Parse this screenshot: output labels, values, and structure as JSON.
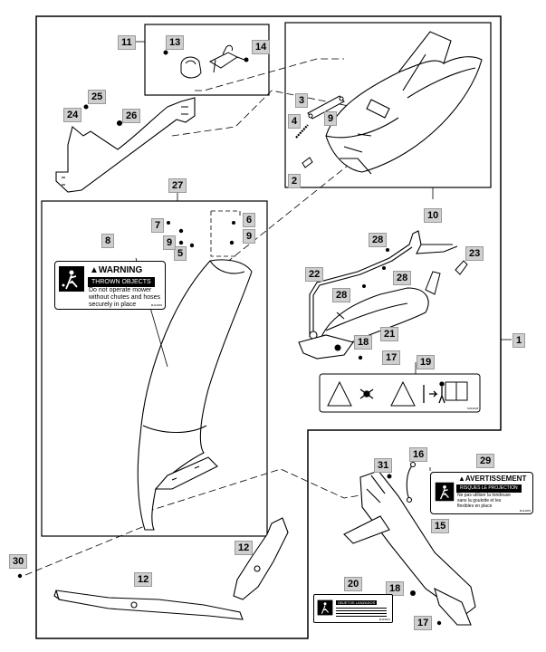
{
  "callouts": {
    "c1": "1",
    "c2": "2",
    "c3": "3",
    "c4": "4",
    "c5": "5",
    "c6": "6",
    "c7": "7",
    "c8": "8",
    "c9a": "9",
    "c9b": "9",
    "c9c": "9",
    "c10": "10",
    "c11": "11",
    "c12a": "12",
    "c12b": "12",
    "c13": "13",
    "c14": "14",
    "c15": "15",
    "c16": "16",
    "c17a": "17",
    "c17b": "17",
    "c18a": "18",
    "c18b": "18",
    "c19": "19",
    "c20": "20",
    "c21": "21",
    "c22": "22",
    "c23": "23",
    "c24": "24",
    "c25": "25",
    "c26": "26",
    "c27": "27",
    "c28a": "28",
    "c28b": "28",
    "c28c": "28",
    "c29": "29",
    "c30": "30",
    "c31": "31"
  },
  "warning_label": {
    "header": "▲WARNING",
    "title": "THROWN OBJECTS",
    "body": "Do not operate mower\nwithout chutes and hoses\nsecurely in place",
    "code": "M114006"
  },
  "avertissement_label": {
    "header": "▲AVERTISSEMENT",
    "title": "RISQUES LE PROJECTION",
    "body": "Ne pas utiliser la tondeuse\nsans la goulotte et les\nflexibles en place",
    "code": "M114005"
  },
  "spanish_label": {
    "header": "OBJETOS LANZADOS",
    "code": "M119001"
  },
  "pictorial_label": {
    "code": "M119028"
  }
}
